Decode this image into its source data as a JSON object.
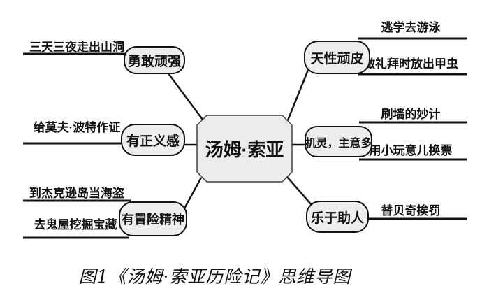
{
  "center": {
    "label": "汤姆·索亚"
  },
  "branches": {
    "brave": {
      "label": "勇敢顽强",
      "leaves": [
        "三天三夜走出山洞"
      ]
    },
    "justice": {
      "label": "有正义感",
      "leaves": [
        "给莫夫·波特作证"
      ]
    },
    "adventure": {
      "label": "有冒险精神",
      "leaves": [
        "到杰克逊岛当海盗",
        "去鬼屋挖掘宝藏"
      ]
    },
    "naughty": {
      "label": "天性顽皮",
      "leaves": [
        "逃学去游泳",
        "做礼拜时放出甲虫"
      ]
    },
    "clever": {
      "label": "机灵，主意多",
      "leaves": [
        "刷墙的妙计",
        "用小玩意儿换票"
      ]
    },
    "helpful": {
      "label": "乐于助人",
      "leaves": [
        "替贝奇挨罚"
      ]
    }
  },
  "caption": "图1《汤姆·索亚历险记》思维导图",
  "colors": {
    "background": "#ffffff",
    "node_fill": "#ededed",
    "center_fill": "#ececec",
    "line": "#111111",
    "text": "#111111"
  }
}
